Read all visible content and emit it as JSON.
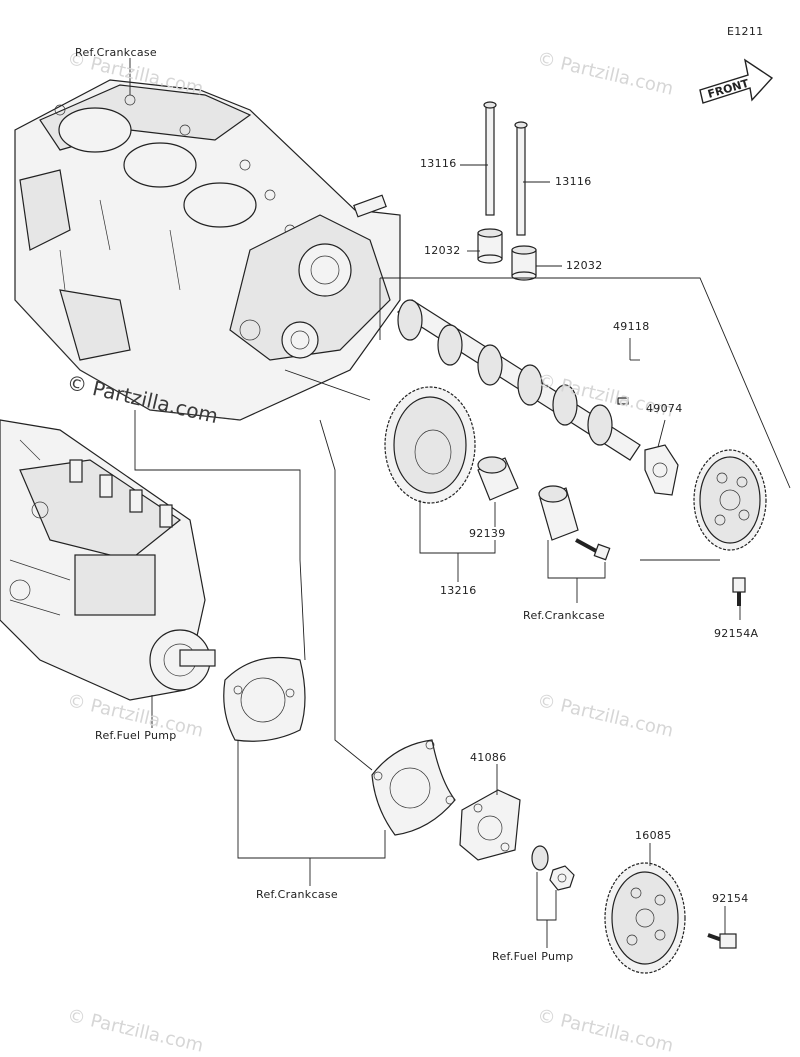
{
  "diagram_code": "E1211",
  "front_badge": "FRONT",
  "watermark": "© Partzilla.com",
  "labels": {
    "ref_crankcase_top": "Ref.Crankcase",
    "p13116_a": "13116",
    "p13116_b": "13116",
    "p12032_a": "12032",
    "p12032_b": "12032",
    "p49118": "49118",
    "p49074": "49074",
    "p92139": "92139",
    "p13216": "13216",
    "ref_crankcase_mid": "Ref.Crankcase",
    "p92154A": "92154A",
    "ref_fuel_pump_left": "Ref.Fuel Pump",
    "p41086": "41086",
    "p16085": "16085",
    "p92154": "92154",
    "ref_crankcase_bottom": "Ref.Crankcase",
    "ref_fuel_pump_bottom": "Ref.Fuel Pump"
  }
}
